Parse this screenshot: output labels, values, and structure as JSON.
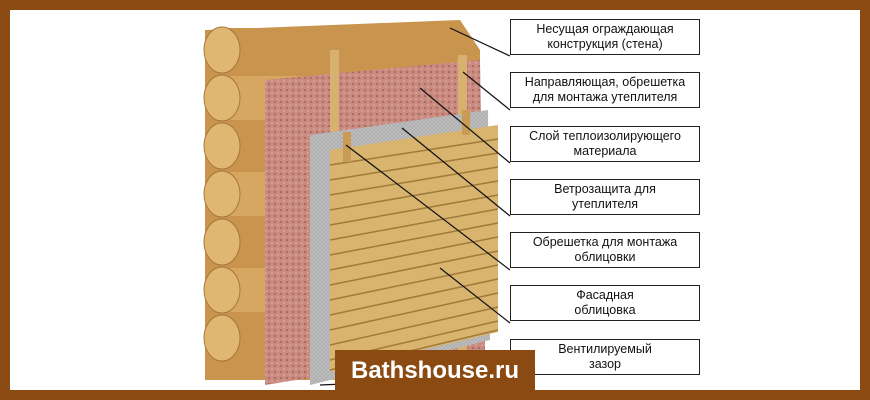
{
  "labels": [
    "Несущая ограждающая\nконструкция (стена)",
    "Направляющая, обрешетка\nдля монтажа утеплителя",
    "Слой теплоизолирующего\nматериала",
    "Ветрозащита для\nутеплителя",
    "Обрешетка для монтажа\nоблицовки",
    "Фасадная\nоблицовка",
    "Вентилируемый\nзазор"
  ],
  "watermark": "Bathshouse.ru",
  "colors": {
    "frame": "#8b4a12",
    "log": "#d4a25c",
    "insulation": "#c98a80",
    "membrane": "#b8b8b8",
    "cladding": "#d9b46e"
  }
}
